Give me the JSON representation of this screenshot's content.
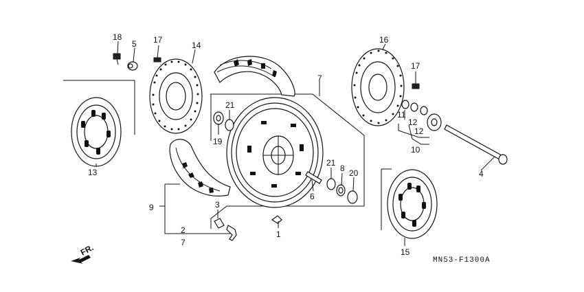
{
  "diagram": {
    "labels": {
      "p1": "1",
      "p2": "2",
      "p3": "3",
      "p4": "4",
      "p5": "5",
      "p6": "6",
      "p7a": "7",
      "p7b": "7",
      "p8": "8",
      "p9": "9",
      "p10": "10",
      "p11": "11",
      "p12a": "12",
      "p12b": "12",
      "p13": "13",
      "p14": "14",
      "p15": "15",
      "p16": "16",
      "p17a": "17",
      "p17b": "17",
      "p18": "18",
      "p19": "19",
      "p20": "20",
      "p21a": "21",
      "p21b": "21"
    },
    "direction_label": "FR.",
    "diagram_code": "MN53-F1300A"
  }
}
